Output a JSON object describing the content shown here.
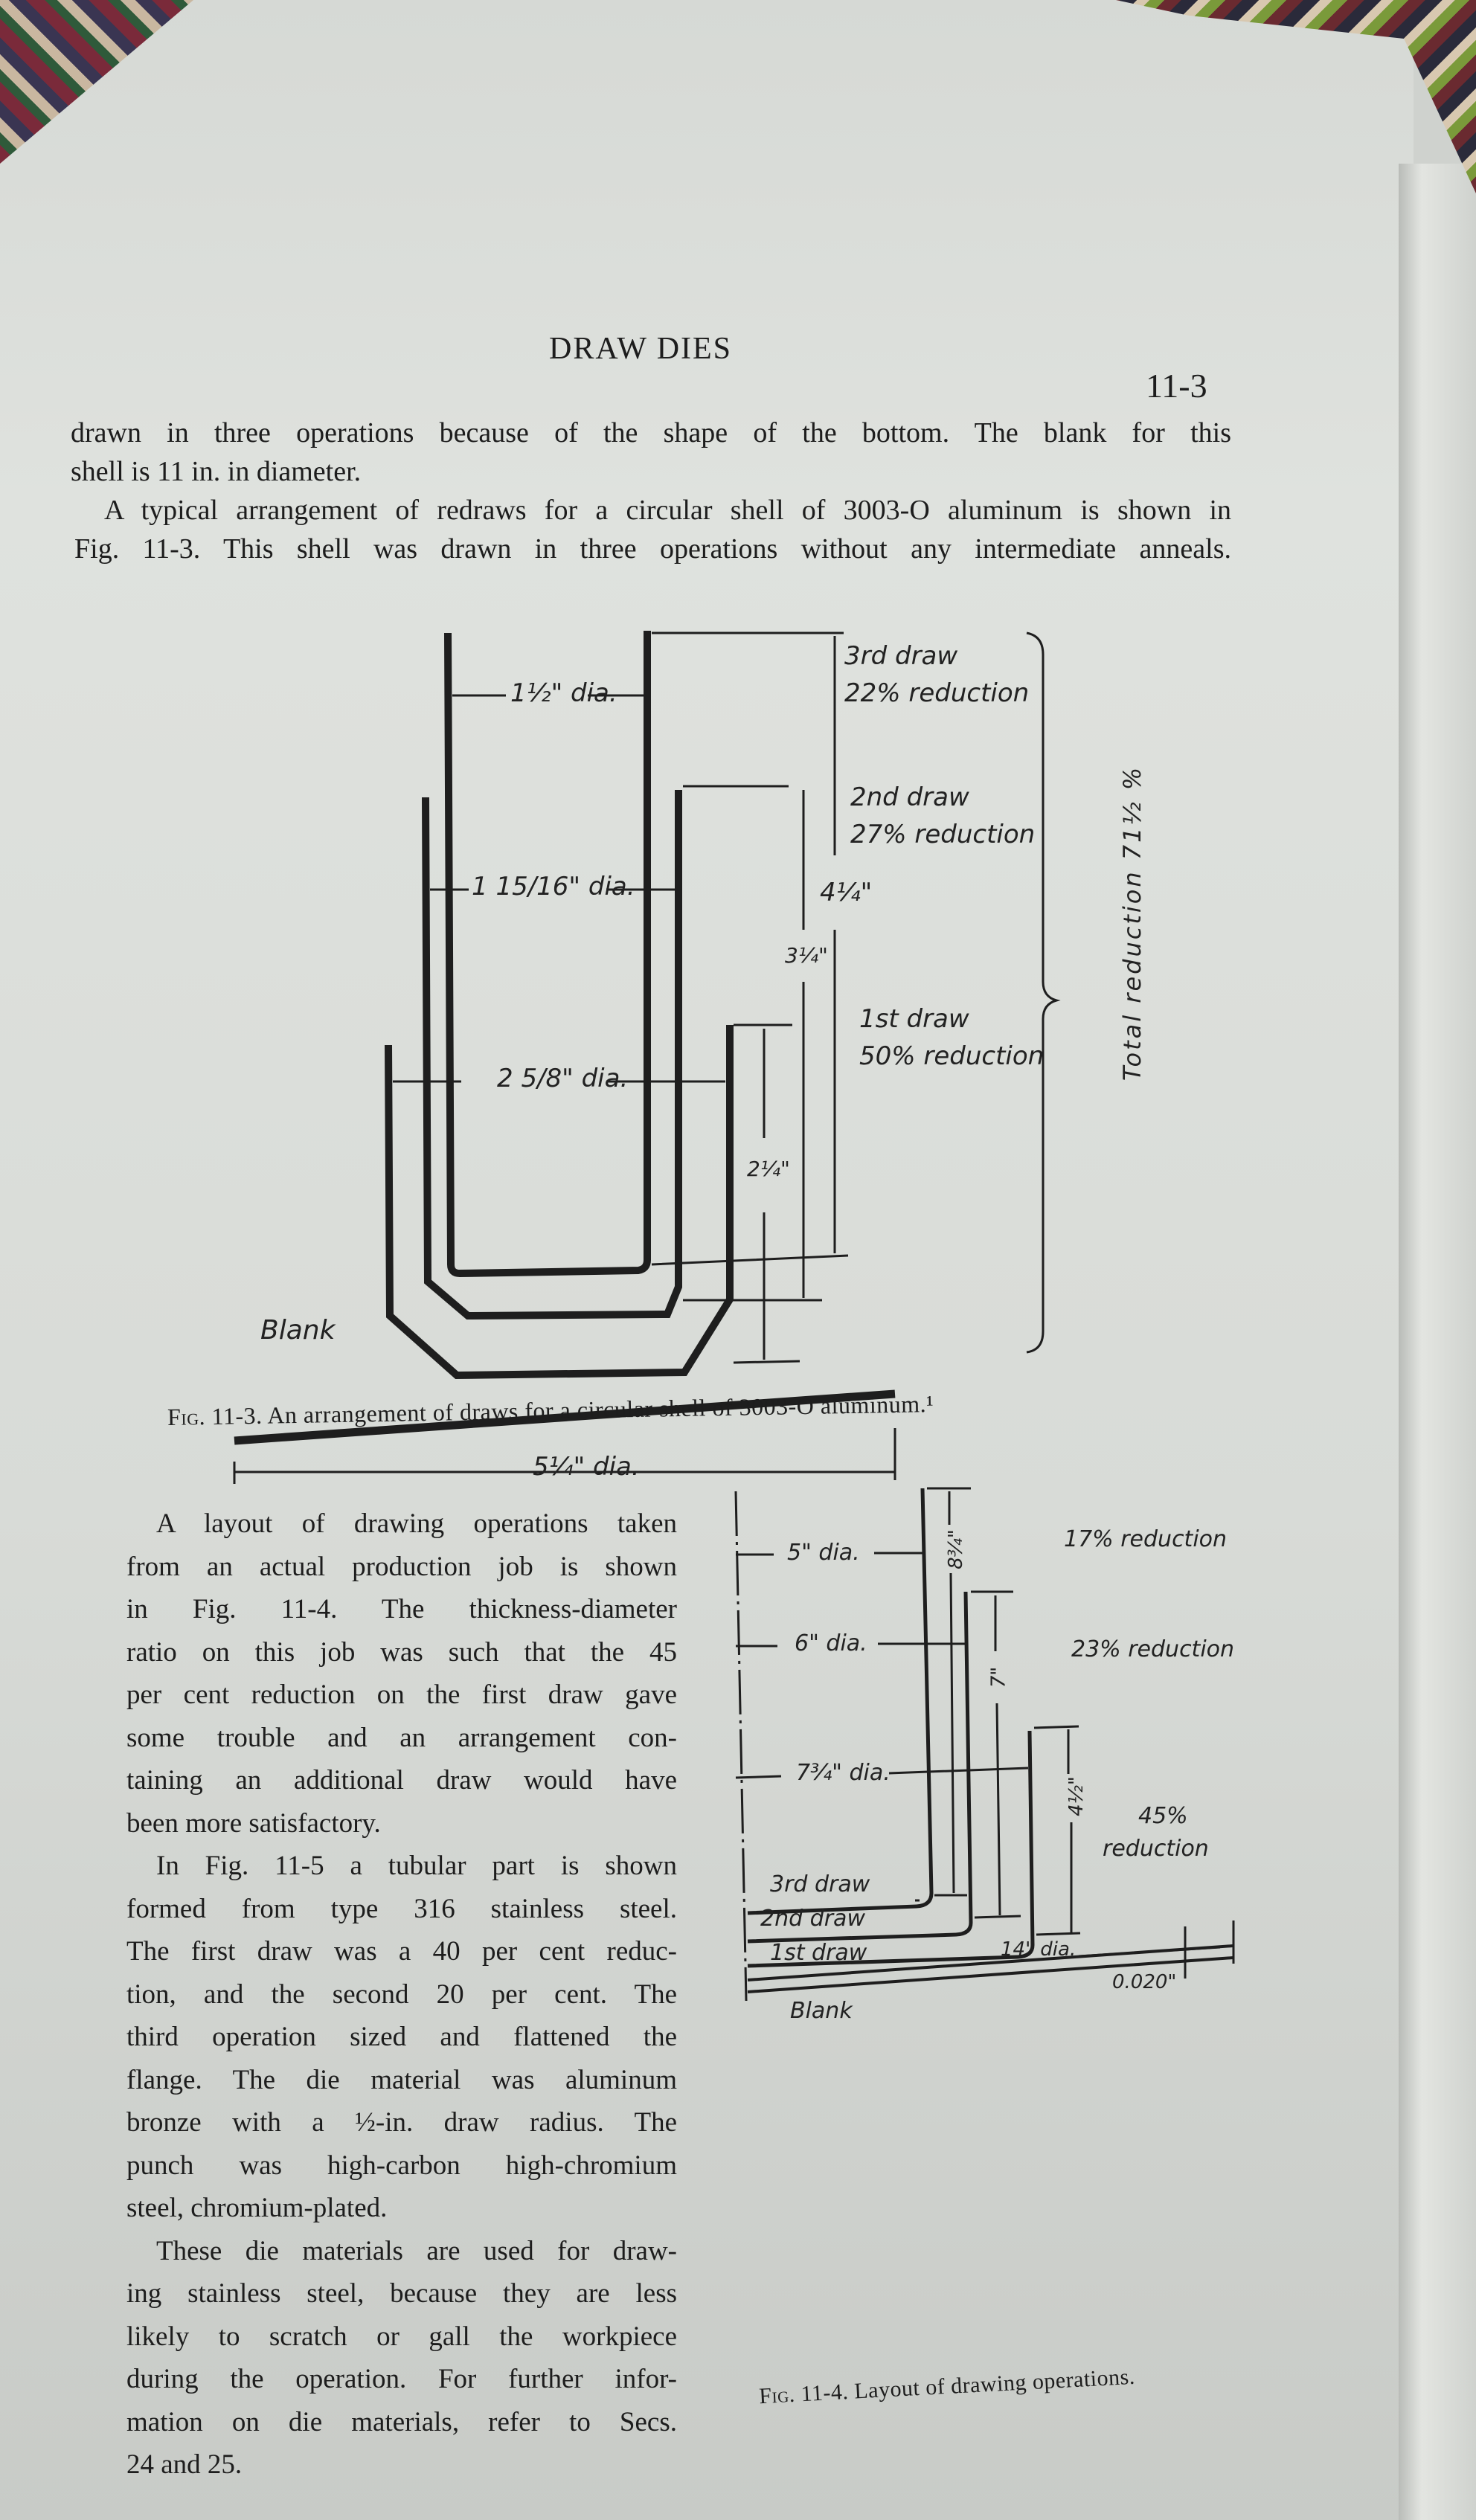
{
  "header": {
    "running_title": "DRAW DIES",
    "page_number": "11-3"
  },
  "intro_lines": [
    "drawn in three operations because of the shape of the bottom. The blank for this",
    "shell is 11 in. in diameter.",
    "A typical arrangement of redraws for a circular shell of 3003-O aluminum is shown in",
    "Fig. 11-3. This shell was drawn in three operations without any intermediate anneals."
  ],
  "fig_11_3": {
    "dims": {
      "d3": "1½\" dia.",
      "d2": "1 15/16\" dia.",
      "d1": "2 5/8\" dia.",
      "blank_dia": "5¼\" dia.",
      "h3": "4¼\"",
      "h2": "3¼\"",
      "h1": "2¼\""
    },
    "draws": [
      {
        "name": "3rd draw",
        "reduction": "22% reduction"
      },
      {
        "name": "2nd draw",
        "reduction": "27% reduction"
      },
      {
        "name": "1st draw",
        "reduction": "50% reduction"
      }
    ],
    "blank_label": "Blank",
    "total": "Total reduction 71½ %",
    "caption_prefix": "Fig. 11-3.",
    "caption": "An arrangement of draws for a circular shell of 3003-O aluminum.¹"
  },
  "body_lines": [
    "A layout of drawing operations taken",
    "from an actual production job is shown",
    "in Fig. 11-4. The thickness-diameter",
    "ratio on this job was such that the 45",
    "per cent reduction on the first draw gave",
    "some trouble and an arrangement con-",
    "taining an additional draw would have",
    "been more satisfactory.",
    "In Fig. 11-5 a tubular part is shown",
    "formed from type 316 stainless steel.",
    "The first draw was a 40 per cent reduc-",
    "tion, and the second 20 per cent. The",
    "third operation sized and flattened the",
    "flange. The die material was aluminum",
    "bronze with a ½-in. draw radius. The",
    "punch was high-carbon high-chromium",
    "steel, chromium-plated.",
    "These die materials are used for draw-",
    "ing stainless steel, because they are less",
    "likely to scratch or gall the workpiece",
    "during the operation. For further infor-",
    "mation on die materials, refer to Secs.",
    "24 and 25."
  ],
  "fig_11_4": {
    "dims": {
      "d3": "5\" dia.",
      "d2": "6\" dia.",
      "d1": "7¾\" dia.",
      "h3": "8¾\"",
      "h2": "7\"",
      "h1": "4½\"",
      "blank_dia": "14\" dia.",
      "thickness": "0.020\""
    },
    "reductions": [
      "17% reduction",
      "23% reduction",
      "45%",
      "reduction"
    ],
    "draw_labels": [
      "3rd draw",
      "2nd draw",
      "1st draw"
    ],
    "blank_label": "Blank",
    "caption_prefix": "Fig. 11-4.",
    "caption": "Layout of drawing operations."
  }
}
